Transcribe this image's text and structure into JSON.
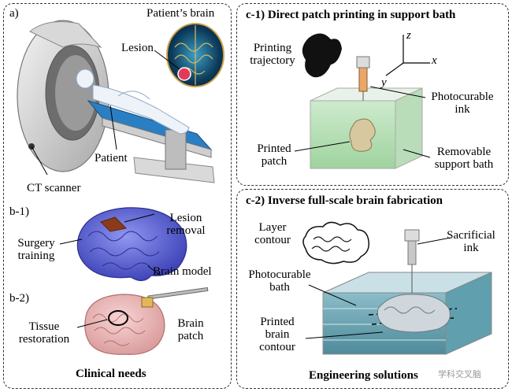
{
  "panel_a": {
    "tag": "a)",
    "patients_brain": "Patient’s brain",
    "lesion": "Lesion",
    "patient": "Patient",
    "ct_scanner": "CT scanner"
  },
  "panel_b1": {
    "tag": "b-1)",
    "lesion_removal_l1": "Lesion",
    "lesion_removal_l2": "removal",
    "surgery_training_l1": "Surgery",
    "surgery_training_l2": "training",
    "brain_model": "Brain model"
  },
  "panel_b2": {
    "tag": "b-2)",
    "tissue_l1": "Tissue",
    "tissue_l2": "restoration",
    "brain_patch_l1": "Brain",
    "brain_patch_l2": "patch"
  },
  "footer_left": "Clinical needs",
  "panel_c1": {
    "title": "c-1)  Direct patch printing in support bath",
    "printing_trajectory_l1": "Printing",
    "printing_trajectory_l2": "trajectory",
    "axis_x": "x",
    "axis_y": "y",
    "axis_z": "z",
    "photocurable_ink_l1": "Photocurable",
    "photocurable_ink_l2": "ink",
    "printed_patch_l1": "Printed",
    "printed_patch_l2": "patch",
    "removable_support_l1": "Removable",
    "removable_support_l2": "support bath"
  },
  "panel_c2": {
    "title": "c-2)  Inverse full-scale brain fabrication",
    "layer_contour_l1": "Layer",
    "layer_contour_l2": "contour",
    "sacrificial_ink_l1": "Sacrificial",
    "sacrificial_ink_l2": "ink",
    "photocurable_bath_l1": "Photocurable",
    "photocurable_bath_l2": "bath",
    "printed_brain_l1": "Printed",
    "printed_brain_l2": "brain",
    "printed_brain_l3": "contour"
  },
  "footer_right": "Engineering solutions",
  "watermark": "学科交叉脑",
  "colors": {
    "brain_model": "#5a63d6",
    "brain_patch": "#e8b4b4",
    "bath_green": "#a9dca9",
    "bath_blue": "#5f9fae",
    "lesion": "#8b3a1a"
  }
}
